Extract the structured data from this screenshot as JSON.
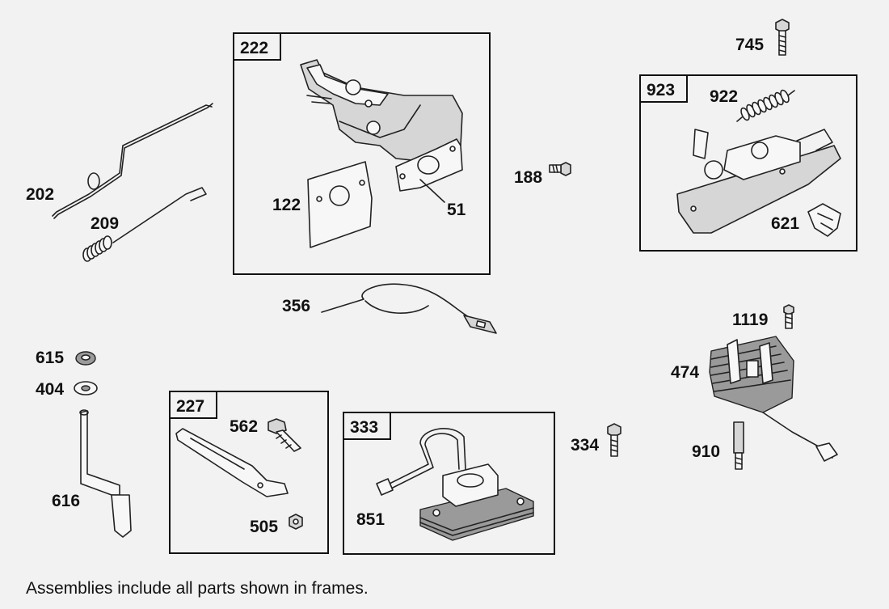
{
  "frames": [
    {
      "id": "222"
    },
    {
      "id": "923"
    },
    {
      "id": "227"
    },
    {
      "id": "333"
    }
  ],
  "parts": {
    "p745": "745",
    "p922": "922",
    "p188": "188",
    "p621": "621",
    "p202": "202",
    "p209": "209",
    "p122": "122",
    "p51": "51",
    "p356": "356",
    "p1119": "1119",
    "p474": "474",
    "p615": "615",
    "p404": "404",
    "p616": "616",
    "p562": "562",
    "p505": "505",
    "p851": "851",
    "p334": "334",
    "p910": "910"
  },
  "footnote": "Assemblies include all parts shown in frames."
}
